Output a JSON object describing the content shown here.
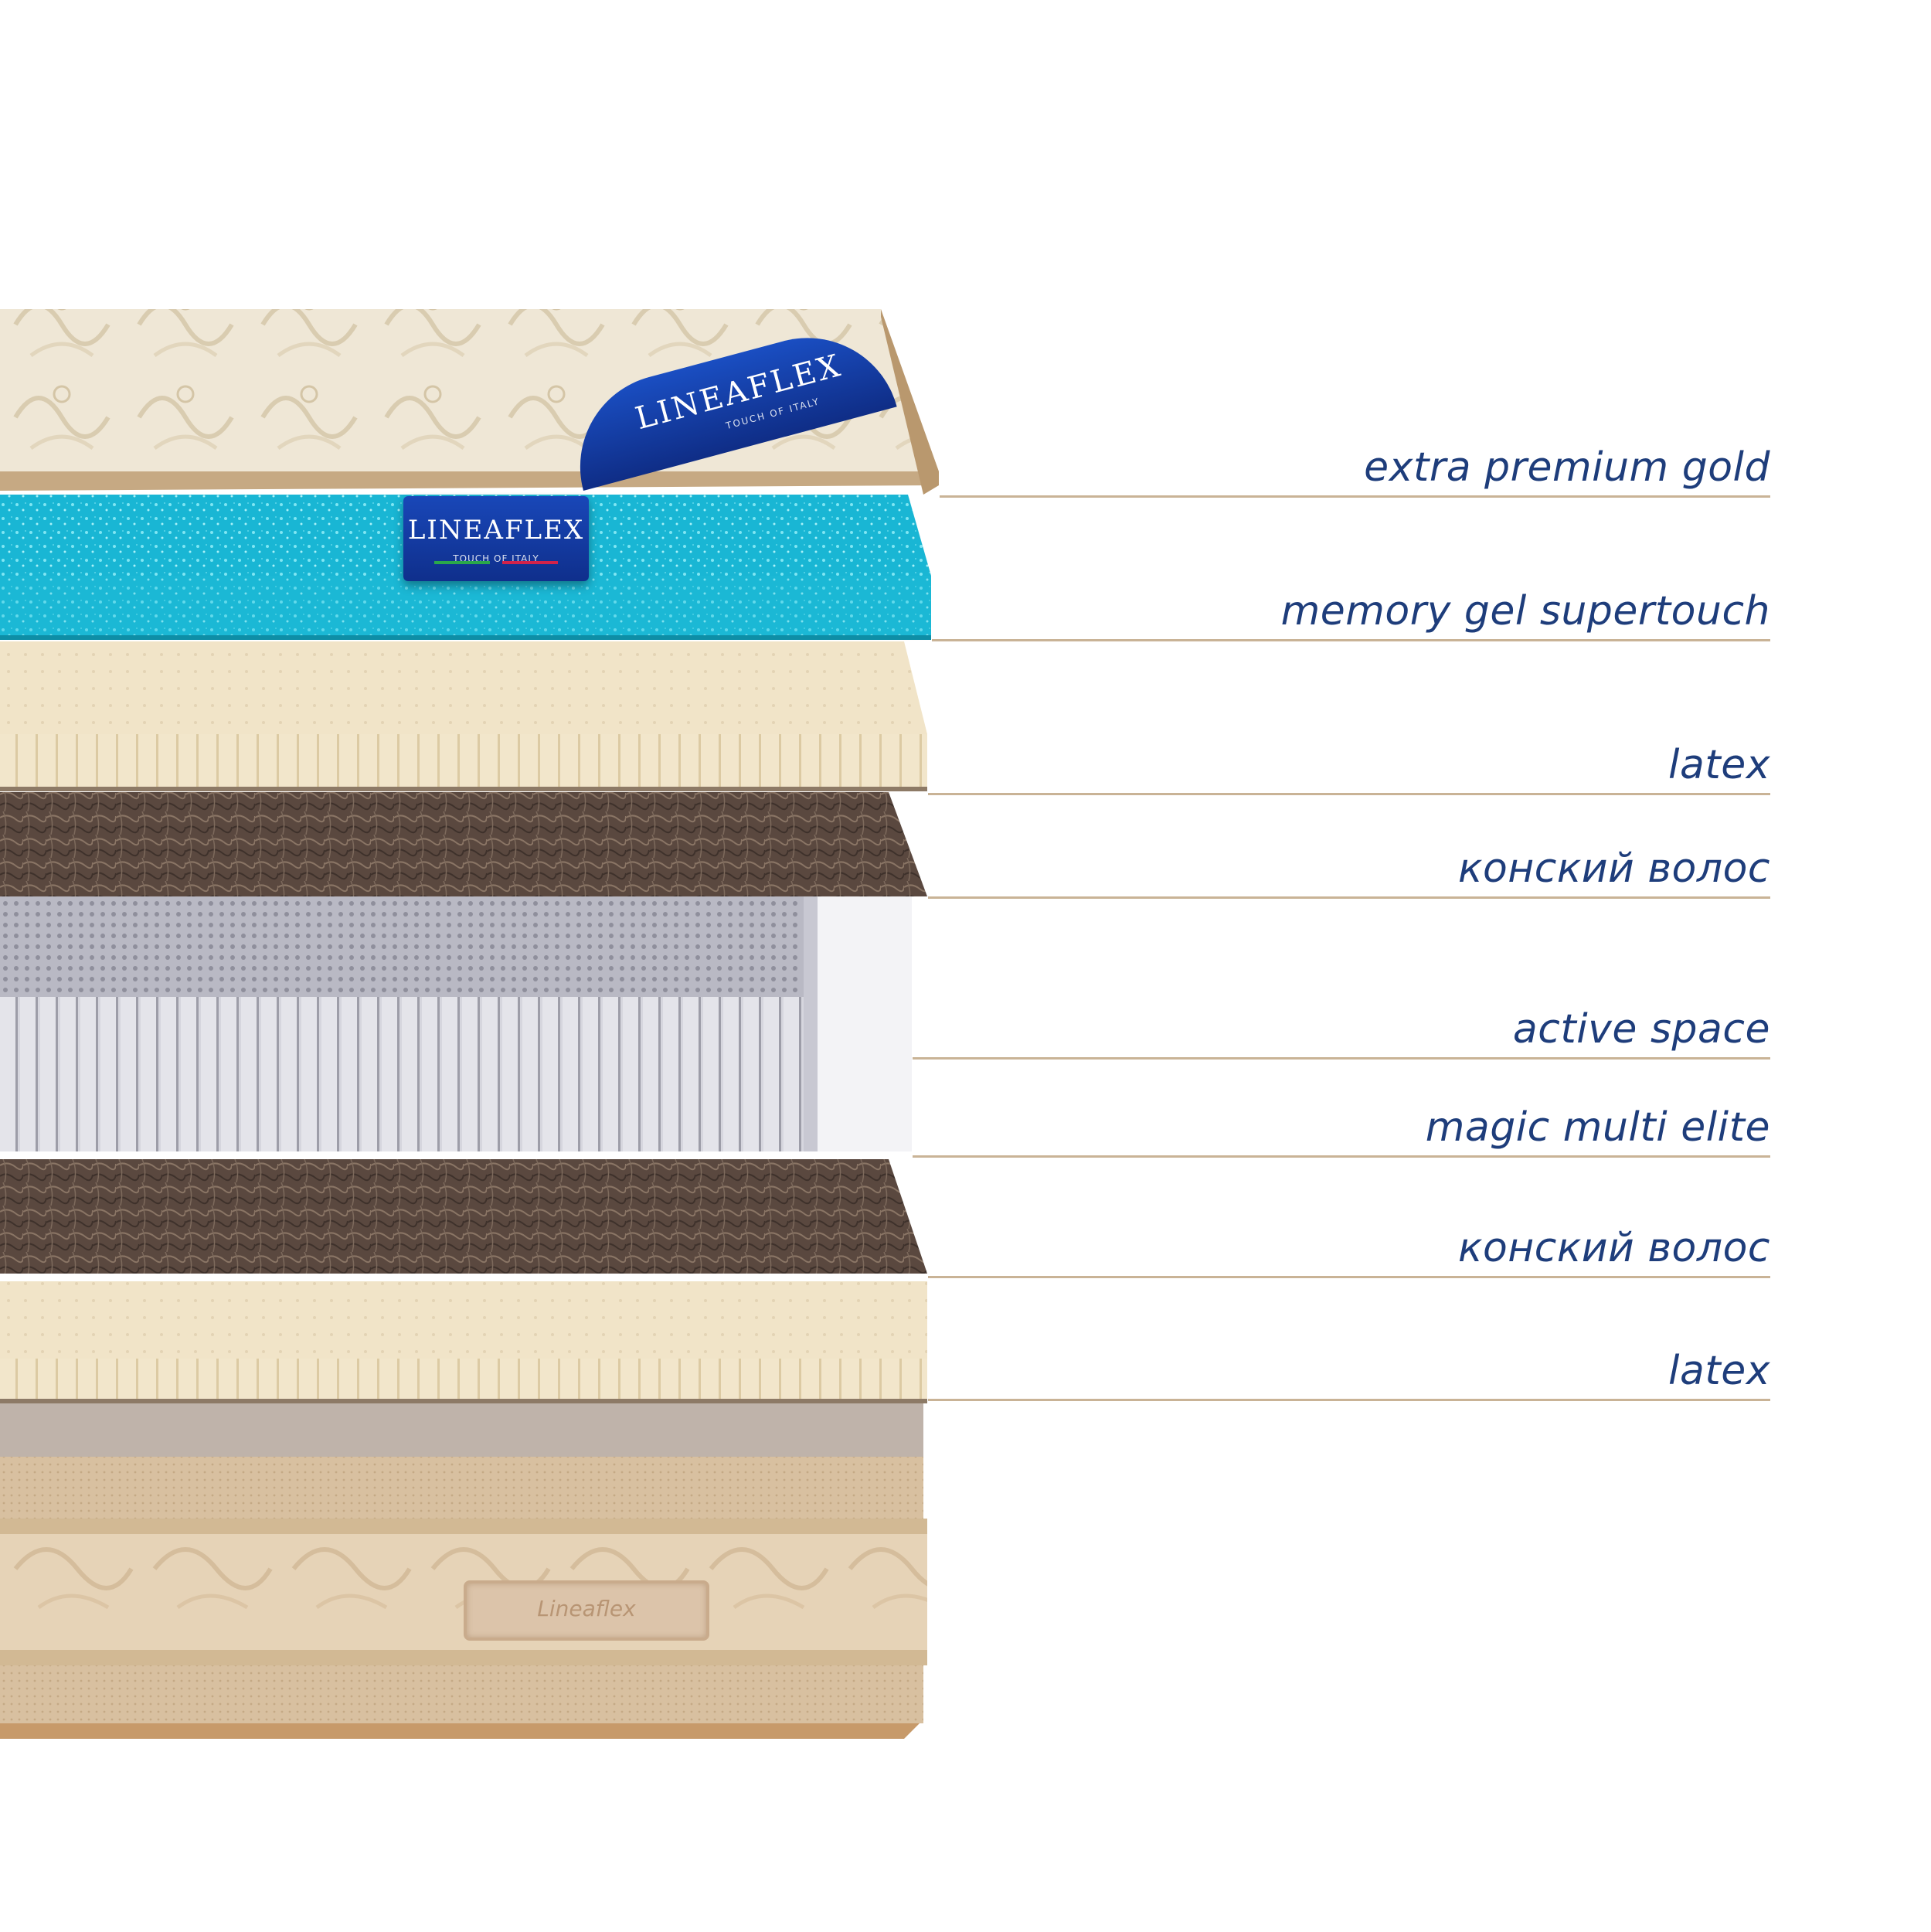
{
  "layers": [
    {
      "id": "extra-premium-gold",
      "label": "extra premium gold"
    },
    {
      "id": "memory-gel-supertouch",
      "label": "memory gel supertouch"
    },
    {
      "id": "latex-top",
      "label": "latex"
    },
    {
      "id": "horse-hair-top",
      "label": "конский волос"
    },
    {
      "id": "active-space",
      "label": "active space"
    },
    {
      "id": "magic-multi-elite",
      "label": "magic multi elite"
    },
    {
      "id": "horse-hair-bottom",
      "label": "конский волос"
    },
    {
      "id": "latex-bottom",
      "label": "latex"
    }
  ],
  "logos": {
    "gel_tag_brand": "LINEAFLEX",
    "gel_tag_tagline": "TOUCH OF ITALY",
    "ribbon_brand": "LINEAFLEX",
    "ribbon_tagline": "TOUCH OF ITALY",
    "base_tag_brand": "Lineaflex"
  },
  "colors": {
    "label_text": "#1e3d7b",
    "leader_line": "#c9b396",
    "gel": "#22c3dc",
    "latex": "#f1e4c8",
    "horse_hair": "#5c4a40",
    "springs": "#c9c9d2",
    "base_cover": "#e3cfb2"
  }
}
